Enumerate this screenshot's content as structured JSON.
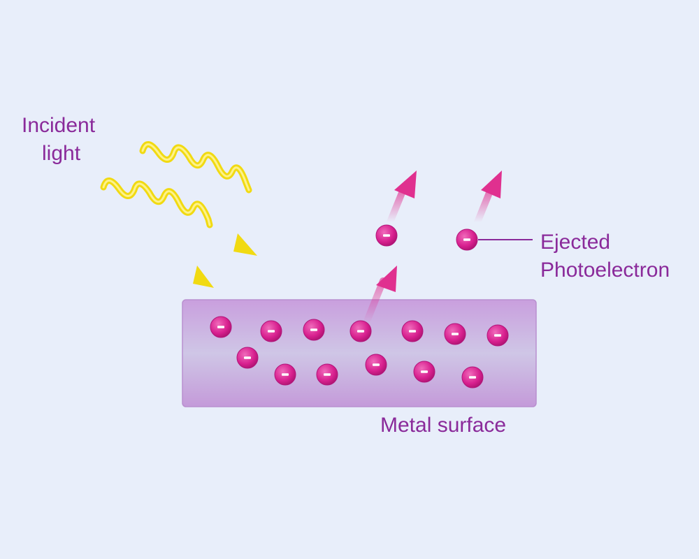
{
  "labels": {
    "incident_light": [
      "Incident",
      "light"
    ],
    "ejected": [
      "Ejected",
      "Photoelectron"
    ],
    "metal_surface": "Metal surface"
  },
  "electron_symbol": "−",
  "colors": {
    "background": "#e8eefa",
    "label_text": "#8a2a9a",
    "light_wave": "#f3e21c",
    "electron": "#d8208f",
    "arrow": "#e0308f",
    "metal_slab": "#c7a3dc"
  },
  "counts": {
    "bound_electrons": 13,
    "ejected_electrons": 2
  }
}
